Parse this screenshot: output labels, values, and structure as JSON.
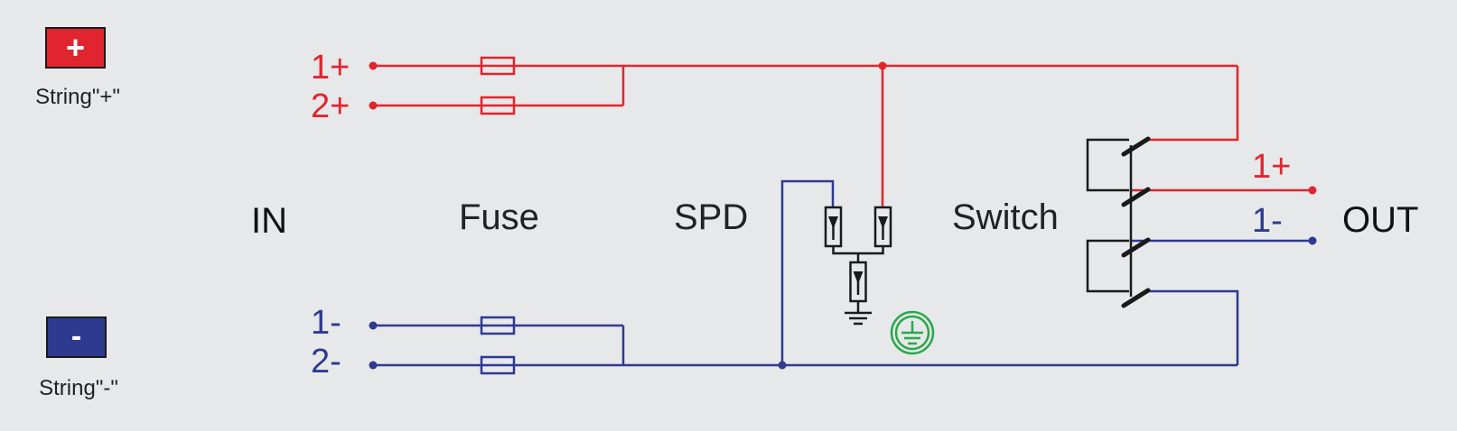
{
  "legend": {
    "plus": {
      "symbol": "+",
      "caption": "String\"+\""
    },
    "minus": {
      "symbol": "-",
      "caption": "String\"-\""
    }
  },
  "section_labels": {
    "in": "IN",
    "fuse": "Fuse",
    "spd": "SPD",
    "switch": "Switch",
    "out": "OUT"
  },
  "input_terminals": [
    "1+",
    "2+",
    "1-",
    "2-"
  ],
  "output_terminals": [
    "1+",
    "1-"
  ],
  "colors": {
    "positive": "#e0252e",
    "negative": "#2e3a8f",
    "neutral": "#1a1a1a",
    "ground": "#2aa84a",
    "background": "#e6e8ea"
  }
}
